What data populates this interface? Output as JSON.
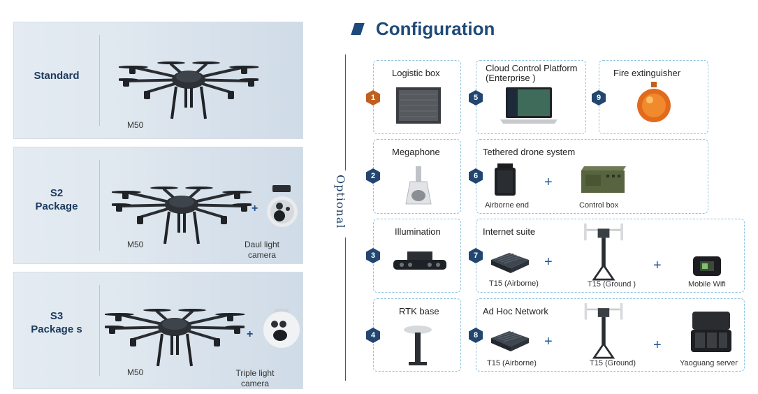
{
  "packages": [
    {
      "name_lines": [
        "Standard"
      ],
      "drone": "M50",
      "addon": null,
      "camera_label": []
    },
    {
      "name_lines": [
        "S2",
        "Package"
      ],
      "drone": "M50",
      "addon": "+",
      "camera_label": [
        "Daul light",
        "camera"
      ]
    },
    {
      "name_lines": [
        "S3",
        "Package s"
      ],
      "drone": "M50",
      "addon": "+",
      "camera_label": [
        "Triple light",
        "camera"
      ]
    }
  ],
  "title": "Configuration",
  "optional_label": "Optional",
  "items": [
    {
      "num": "1",
      "label": "Logistic box"
    },
    {
      "num": "2",
      "label": "Megaphone"
    },
    {
      "num": "3",
      "label": "Illumination"
    },
    {
      "num": "4",
      "label": "RTK base"
    },
    {
      "num": "5",
      "label_lines": [
        "Cloud Control Platform",
        "(Enterprise )"
      ]
    },
    {
      "num": "6",
      "label": "Tethered drone system",
      "parts": [
        "Airborne end",
        "Control box"
      ]
    },
    {
      "num": "7",
      "label": "Internet suite",
      "parts": [
        "T15  (Airborne)",
        "T15  (Ground )",
        "Mobile Wifi"
      ]
    },
    {
      "num": "8",
      "label": "Ad Hoc Network",
      "parts": [
        "T15  (Airborne)",
        "T15  (Ground)",
        "Yaoguang server"
      ]
    },
    {
      "num": "9",
      "label": "Fire extinguisher"
    }
  ],
  "plus_sign": "+",
  "colors": {
    "navy": "#1f4a78",
    "badge_blue": "#22466f",
    "badge_orange": "#c0601f",
    "dash": "#8fc3e0"
  }
}
